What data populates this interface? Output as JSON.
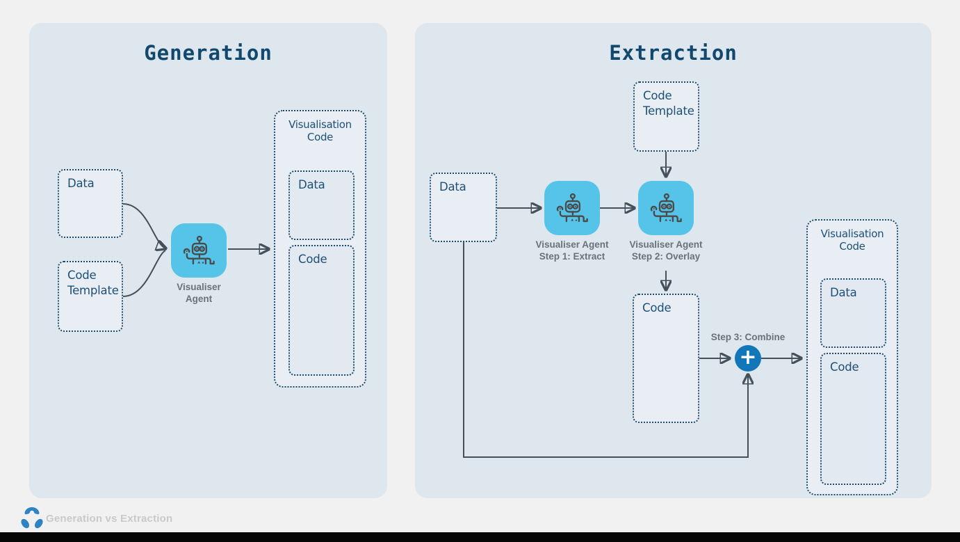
{
  "colors": {
    "page_bg": "#f1f1f1",
    "panel_bg": "#dee6ee",
    "agent_fill": "#56c3e8",
    "combine_blue": "#1177b8",
    "navy": "#1b4a6c",
    "arrow": "#44505a"
  },
  "icons": {
    "robot": "robot-icon",
    "plus": "plus-icon",
    "logo": "brand-logo-icon"
  },
  "generation": {
    "title": "Generation",
    "data_box": {
      "label": "Data"
    },
    "code_template_box": {
      "line1": "Code",
      "line2": "Template"
    },
    "agent": {
      "line1": "Visualiser",
      "line2": "Agent"
    },
    "output": {
      "heading": "Visualisation Code",
      "data_label": "Data",
      "code_label": "Code"
    }
  },
  "extraction": {
    "title": "Extraction",
    "code_template_box": {
      "line1": "Code",
      "line2": "Template"
    },
    "data_box": {
      "label": "Data"
    },
    "agent_step1": {
      "line1": "Visualiser Agent",
      "line2": "Step 1: Extract"
    },
    "agent_step2": {
      "line1": "Visualiser Agent",
      "line2": "Step 2: Overlay"
    },
    "code_box": {
      "label": "Code"
    },
    "combine": {
      "label": "Step 3: Combine",
      "plus": "+"
    },
    "output": {
      "heading": "Visualisation Code",
      "data_label": "Data",
      "code_label": "Code"
    }
  },
  "footer": {
    "title": "Generation vs Extraction"
  }
}
